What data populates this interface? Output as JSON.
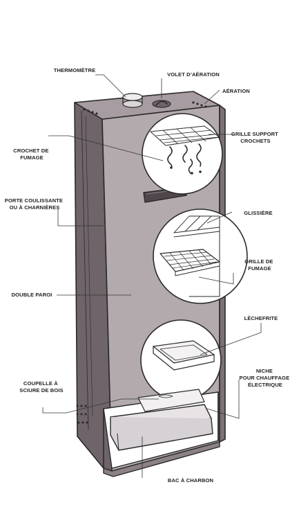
{
  "colors": {
    "cabinet_body": "#9a8f94",
    "cabinet_side": "#6e6469",
    "cabinet_front": "#b3aaae",
    "inner_view": "#ffffff",
    "ink": "#2a2a2a"
  },
  "labels": {
    "thermometre": [
      "THERMOMÈTRE"
    ],
    "volet_aeration": [
      "VOLET D’AÉRATION"
    ],
    "aeration": [
      "AÉRATION"
    ],
    "grille_support_crochets": [
      "GRILLE SUPPORT",
      "CROCHETS"
    ],
    "crochet_de_fumage": [
      "CROCHET DE",
      "FUMAGE"
    ],
    "porte_coulissante": [
      "PORTE COULISSANTE",
      "OU À CHARNIÈRES"
    ],
    "glissiere": [
      "GLISSIÈRE"
    ],
    "grille_de_fumage": [
      "GRILLE DE",
      "FUMAGE"
    ],
    "double_paroi": [
      "DOUBLE PAROI"
    ],
    "lechefrite": [
      "LÈCHEFRITE"
    ],
    "niche_chauffage": [
      "NICHE",
      "POUR CHAUFFAGE",
      "ÉLECTRIQUE"
    ],
    "coupelle_sciure": [
      "COUPELLE À",
      "SCIURE DE  BOIS"
    ],
    "bac_a_charbon": [
      "BAC À CHARBON"
    ]
  }
}
